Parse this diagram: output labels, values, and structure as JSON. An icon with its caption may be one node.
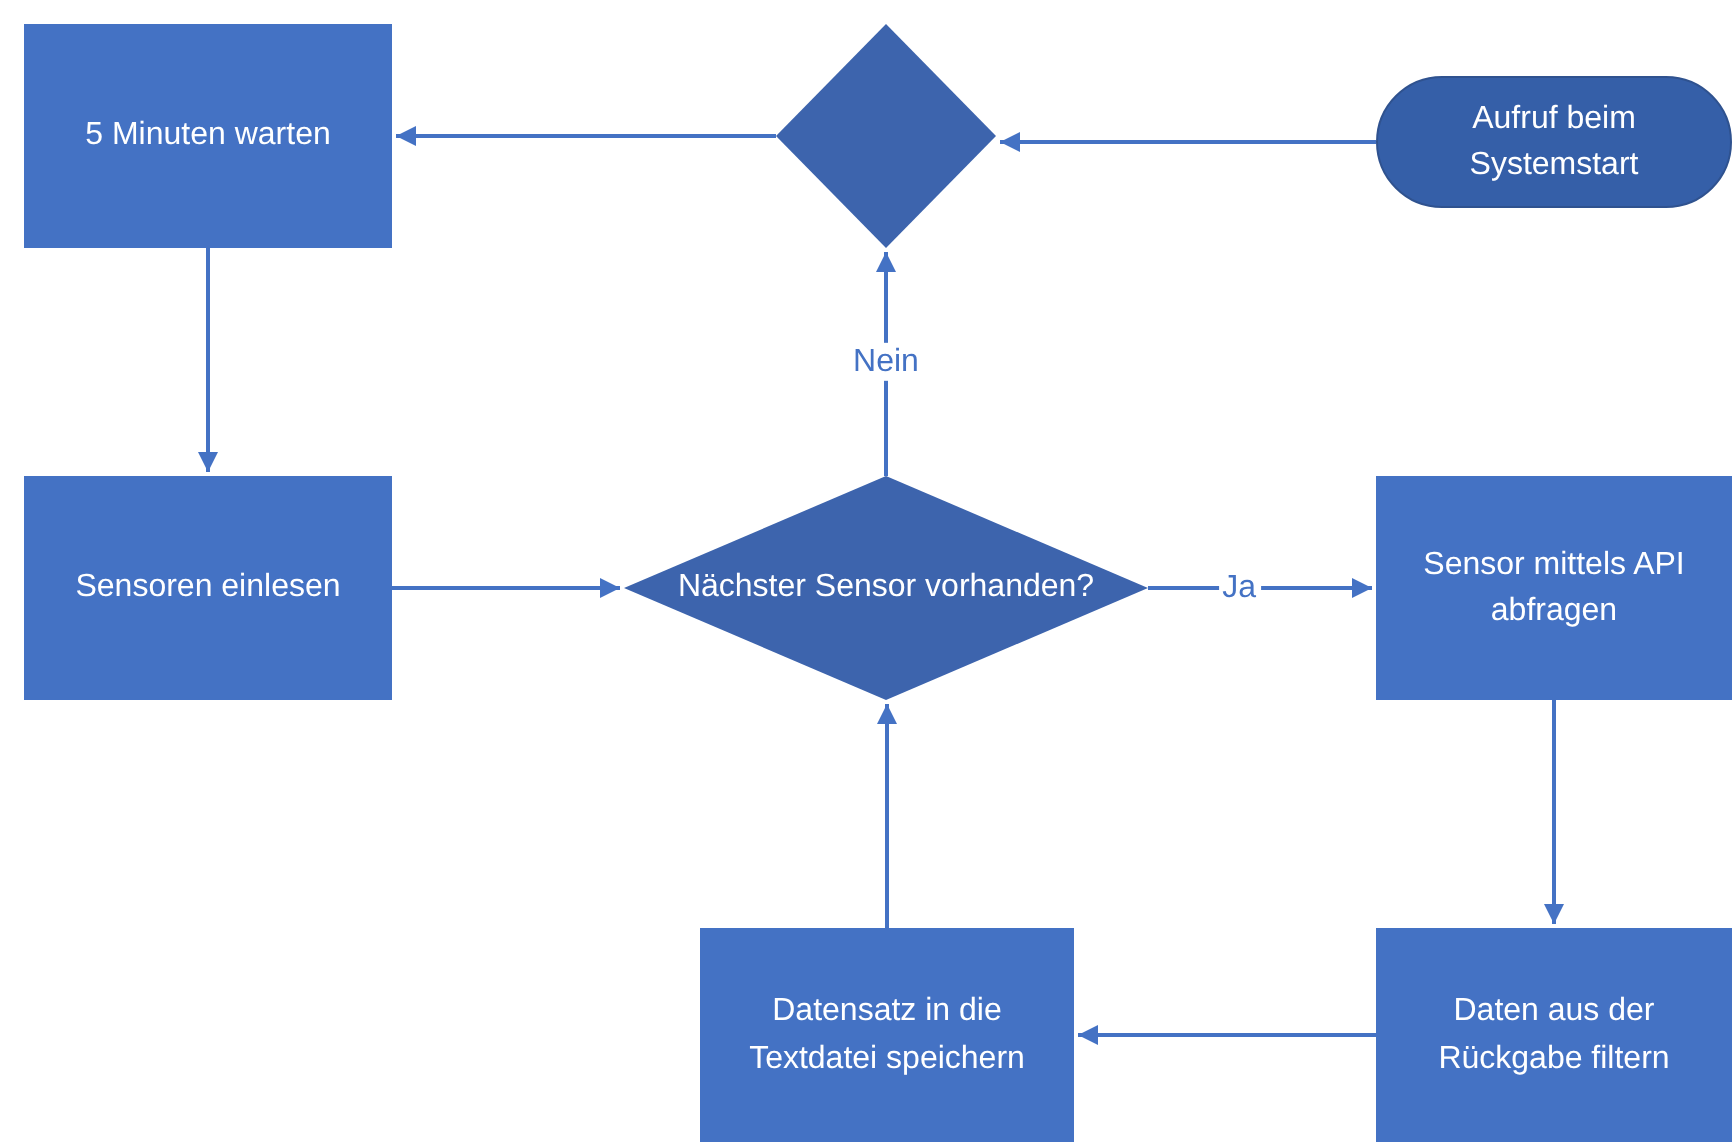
{
  "diagram": {
    "nodes": [
      {
        "text": [
          "5 Minuten warten"
        ]
      },
      {
        "text": [],
        "shape": "diamond"
      },
      {
        "text": [
          "Aufruf beim Systemstart"
        ]
      },
      {
        "text": [
          "Sensoren einlesen"
        ]
      },
      {
        "text": [
          "Nächster Sensor vorhanden?"
        ]
      },
      {
        "text": [
          "Sensor mittels API abfragen"
        ]
      },
      {
        "text": [
          "Datensatz in die Textdatei speichern"
        ]
      },
      {
        "text": [
          "Daten aus der Rückgabe filtern"
        ]
      }
    ],
    "edges": [
      {
        "from": 2,
        "to": 1,
        "arrow": "to"
      },
      {
        "from": 1,
        "to": 0,
        "arrow": "to"
      },
      {
        "from": 0,
        "to": 3,
        "arrow": "to"
      },
      {
        "from": 3,
        "to": 4,
        "arrow": "to"
      },
      {
        "from": 4,
        "to": 1,
        "arrow": "to",
        "label": "Nein"
      },
      {
        "from": 4,
        "to": 5,
        "arrow": "to",
        "label": "Ja"
      },
      {
        "from": 5,
        "to": 7,
        "arrow": "to"
      },
      {
        "from": 7,
        "to": 6,
        "arrow": "to"
      },
      {
        "from": 6,
        "to": 4,
        "arrow": "to"
      }
    ]
  }
}
